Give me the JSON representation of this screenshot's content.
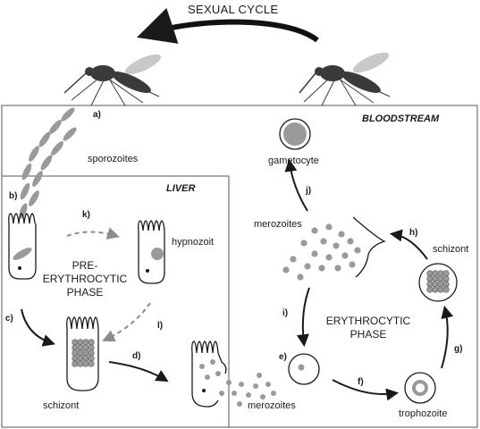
{
  "title": "SEXUAL CYCLE",
  "regions": {
    "bloodstream": "BLOODSTREAM",
    "liver": "LIVER"
  },
  "phases": {
    "pre_erythrocytic": [
      "PRE-",
      "ERYTHROCYTIC",
      "PHASE"
    ],
    "erythrocytic": [
      "ERYTHROCYTIC",
      "PHASE"
    ]
  },
  "labels": {
    "sporozoites": "sporozoites",
    "hypnozoit": "hypnozoit",
    "liver_schizont": "schizont",
    "liver_merozoites": "merozoites",
    "gametocyte": "gametocyte",
    "blood_merozoites": "merozoites",
    "blood_schizont": "schizont",
    "trophozoite": "trophozoite"
  },
  "steps": {
    "a": "a)",
    "b": "b)",
    "c": "c)",
    "d": "d)",
    "e": "e)",
    "f": "f)",
    "g": "g)",
    "h": "h)",
    "i": "i)",
    "j": "j)",
    "k": "k)",
    "l": "l)"
  },
  "colors": {
    "stroke": "#1a1a1a",
    "parasite": "#9a9a9a",
    "dashed_arrow": "#8c8c8c",
    "mosquito_body": "#3a3a3a",
    "mosquito_wing": "#c8c8c8"
  }
}
